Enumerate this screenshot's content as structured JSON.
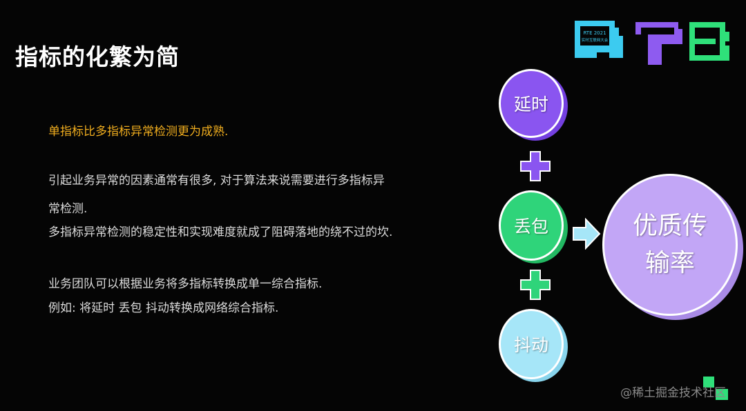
{
  "title": "指标的化繁为简",
  "logo": {
    "text": "RTE",
    "sub1": "RTE 2021",
    "sub2": "实时互联网大会",
    "colors": [
      "#3ccbf0",
      "#8e5bf0",
      "#2fe07a"
    ]
  },
  "body": {
    "highlight": "单指标比多指标异常检测更为成熟.",
    "lines": [
      "引起业务异常的因素通常有很多, 对于算法来说需要进行多指标异",
      "常检测.",
      "多指标异常检测的稳定性和实现难度就成了阻碍落地的绕不过的坎.",
      "业务团队可以根据业务将多指标转换成单一综合指标.",
      "例如: 将延时 丢包 抖动转换成网络综合指标."
    ]
  },
  "diagram": {
    "inputs": [
      {
        "label": "延时",
        "color": "#8a55f0"
      },
      {
        "label": "丢包",
        "color": "#2fd47a"
      },
      {
        "label": "抖动",
        "color": "#a6e6f8"
      }
    ],
    "plus_colors": [
      "#8a55f0",
      "#2fd47a"
    ],
    "arrow_color": "#a6e6f8",
    "output": {
      "line1": "优质传",
      "line2": "输率",
      "color": "#c2a6f6"
    }
  },
  "watermark": "@稀土掘金技术社区"
}
